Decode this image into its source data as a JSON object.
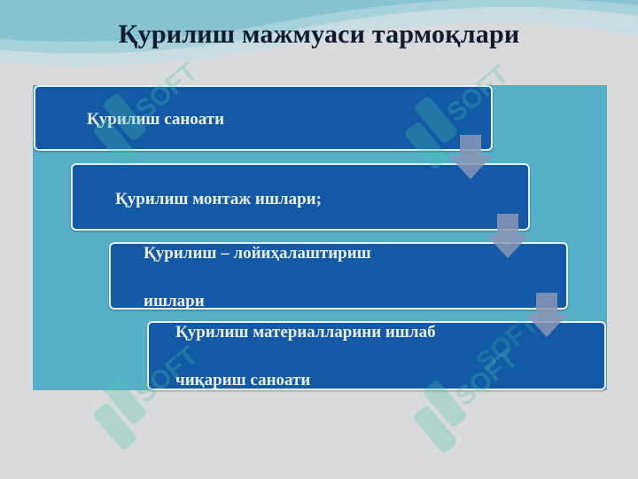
{
  "title": "Қурилиш мажмуаси тармоқлари",
  "steps": [
    {
      "label": "Қурилиш саноати"
    },
    {
      "label": "Қурилиш монтаж ишлари;"
    },
    {
      "label": "Қурилиш – лойиҳалаштириш\nишлари"
    },
    {
      "label": "Қурилиш материалларини ишлаб\nчиқариш саноати"
    }
  ],
  "watermark_text": "SOFT",
  "colors": {
    "box": "#1459a5",
    "panel": "#57b0c9",
    "arrow": "#8a96b4",
    "background": "#d9dadc"
  }
}
